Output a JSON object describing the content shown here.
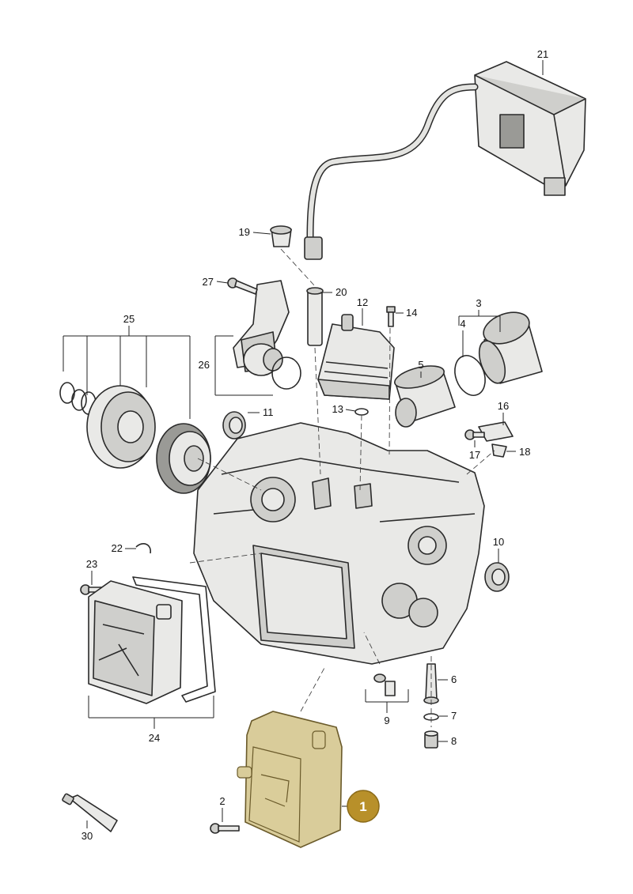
{
  "labels": {
    "p1": "1",
    "p2": "2",
    "p3": "3",
    "p4": "4",
    "p5": "5",
    "p6": "6",
    "p7": "7",
    "p8": "8",
    "p9": "9",
    "p10": "10",
    "p11": "11",
    "p12": "12",
    "p13": "13",
    "p14": "14",
    "p16": "16",
    "p17": "17",
    "p18": "18",
    "p19": "19",
    "p20": "20",
    "p21": "21",
    "p22": "22",
    "p23": "23",
    "p24": "24",
    "p25": "25",
    "p26": "26",
    "p27": "27",
    "p30": "30"
  },
  "colors": {
    "highlight": "#b8902a",
    "highlight_tint": "#d9cc9a",
    "line": "#2a2a2a"
  }
}
